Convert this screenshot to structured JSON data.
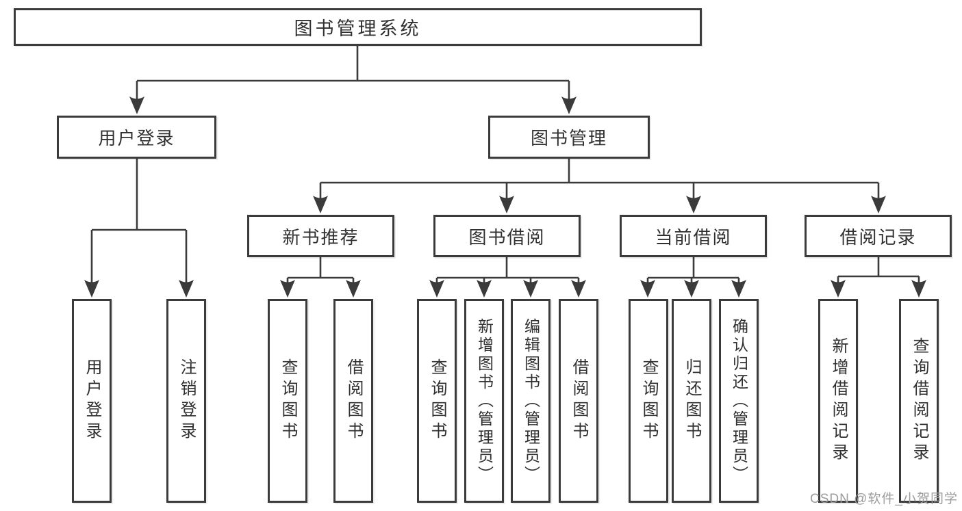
{
  "root": {
    "label": "图书管理系统"
  },
  "branches": [
    {
      "label": "用户登录",
      "children": [
        {
          "label": "用户登录"
        },
        {
          "label": "注销登录"
        }
      ]
    },
    {
      "label": "图书管理",
      "children": [
        {
          "label": "新书推荐",
          "children": [
            {
              "label": "查询图书"
            },
            {
              "label": "借阅图书"
            }
          ]
        },
        {
          "label": "图书借阅",
          "children": [
            {
              "label": "查询图书"
            },
            {
              "label": "新增图书（管理员）"
            },
            {
              "label": "编辑图书（管理员）"
            },
            {
              "label": "借阅图书"
            }
          ]
        },
        {
          "label": "当前借阅",
          "children": [
            {
              "label": "查询图书"
            },
            {
              "label": "归还图书"
            },
            {
              "label": "确认归还（管理员）"
            }
          ]
        },
        {
          "label": "借阅记录",
          "children": [
            {
              "label": "新增借阅记录"
            },
            {
              "label": "查询借阅记录"
            }
          ]
        }
      ]
    }
  ],
  "watermark": "CSDN @软件_小贺同学",
  "colors": {
    "line": "#3b3b3b",
    "text": "#303030",
    "watermark": "#9c9c9c",
    "background": "#ffffff"
  }
}
